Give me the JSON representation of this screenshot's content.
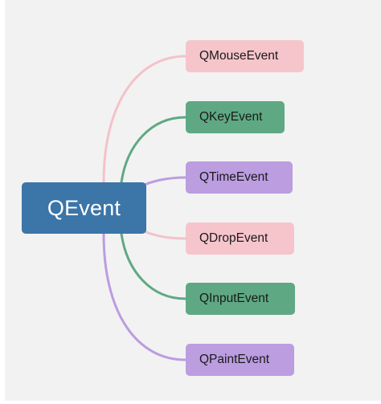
{
  "diagram": {
    "root": {
      "label": "QEvent",
      "color": "#3c75a8"
    },
    "children": [
      {
        "label": "QMouseEvent",
        "color": "#f6c5cc",
        "line_color": "#f4c2ca"
      },
      {
        "label": "QKeyEvent",
        "color": "#5ea983",
        "line_color": "#5ea983"
      },
      {
        "label": "QTimeEvent",
        "color": "#bb9de0",
        "line_color": "#bb9de0"
      },
      {
        "label": "QDropEvent",
        "color": "#f6c5cc",
        "line_color": "#f4c2ca"
      },
      {
        "label": "QInputEvent",
        "color": "#5ea983",
        "line_color": "#5ea983"
      },
      {
        "label": "QPaintEvent",
        "color": "#bb9de0",
        "line_color": "#bb9de0"
      }
    ]
  }
}
